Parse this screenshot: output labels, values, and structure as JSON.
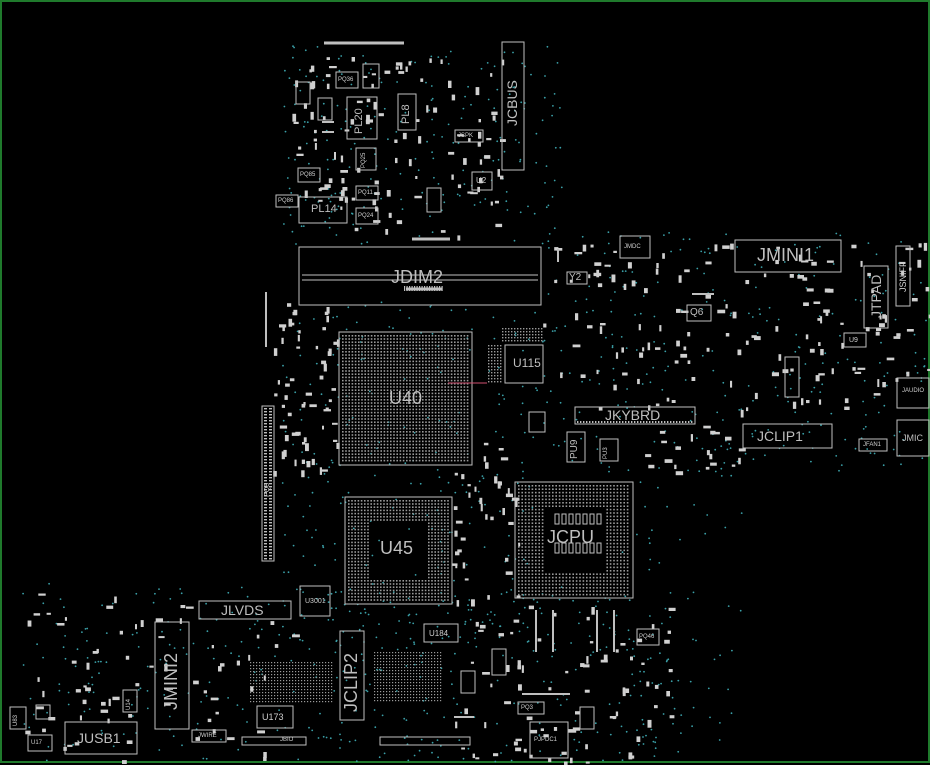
{
  "components": {
    "JDIM2": "JDIM2",
    "U40": "U40",
    "U45": "U45",
    "JCPU": "JCPU",
    "JMINI1": "JMINI1",
    "JMINI2": "JMINI2",
    "JCLIP1": "JCLIP1",
    "JCLIP2": "JCLIP2",
    "JKYBRD": "JKYBRD",
    "JCBUS": "JCBUS",
    "JLVDS": "JLVDS",
    "JUSB1": "JUSB1",
    "JTPAD": "JTPAD",
    "JSNIFF": "JSNIFF",
    "JMIC": "JMIC",
    "JAUDIO": "JAUDIO",
    "JFAN1": "JFAN1",
    "JMDC": "JMDC",
    "JWIRE": "JWIRE",
    "JBIO": "JBIO",
    "PL20": "PL20",
    "PL8": "PL8",
    "PL14": "PL14",
    "PU9": "PU9",
    "PU3": "PU3",
    "PQ8": "PQ8",
    "PQ3": "PQ3",
    "PQ36": "PQ36",
    "PQ46": "PQ46",
    "PQ25": "PQ25",
    "PQ24": "PQ24",
    "PQ11": "PQ11",
    "PQ85": "PQ85",
    "PQ86": "PQ86",
    "PJPDC1": "PJPDC1",
    "U115": "U115",
    "U184": "U184",
    "U173": "U173",
    "U3001": "U3001",
    "U2": "U2",
    "U9": "U9",
    "U14": "U14",
    "U17": "U17",
    "U83": "U83",
    "Q6": "Q6",
    "Y2": "Y2",
    "JSPK": "JSPK"
  },
  "colors": {
    "background": "#000000",
    "outline": "#bfbfbf",
    "via": "#3aa0a8",
    "frame": "#1f7a2c"
  }
}
